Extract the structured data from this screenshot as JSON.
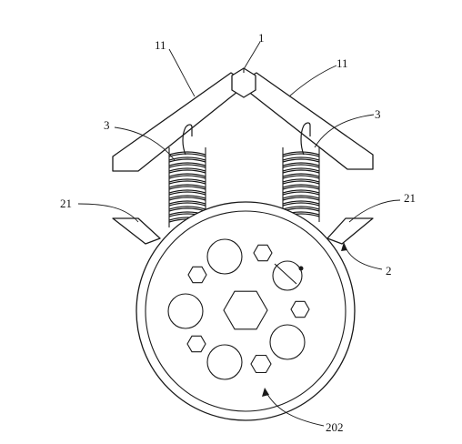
{
  "labels": {
    "pivot": "1",
    "arm_left": "11",
    "arm_right": "11",
    "spring_left": "3",
    "spring_right": "3",
    "tab_left": "21",
    "tab_right": "21",
    "housing": "2",
    "chamber": "202"
  },
  "colors": {
    "line": "#1a1a1a",
    "background": "#ffffff"
  }
}
